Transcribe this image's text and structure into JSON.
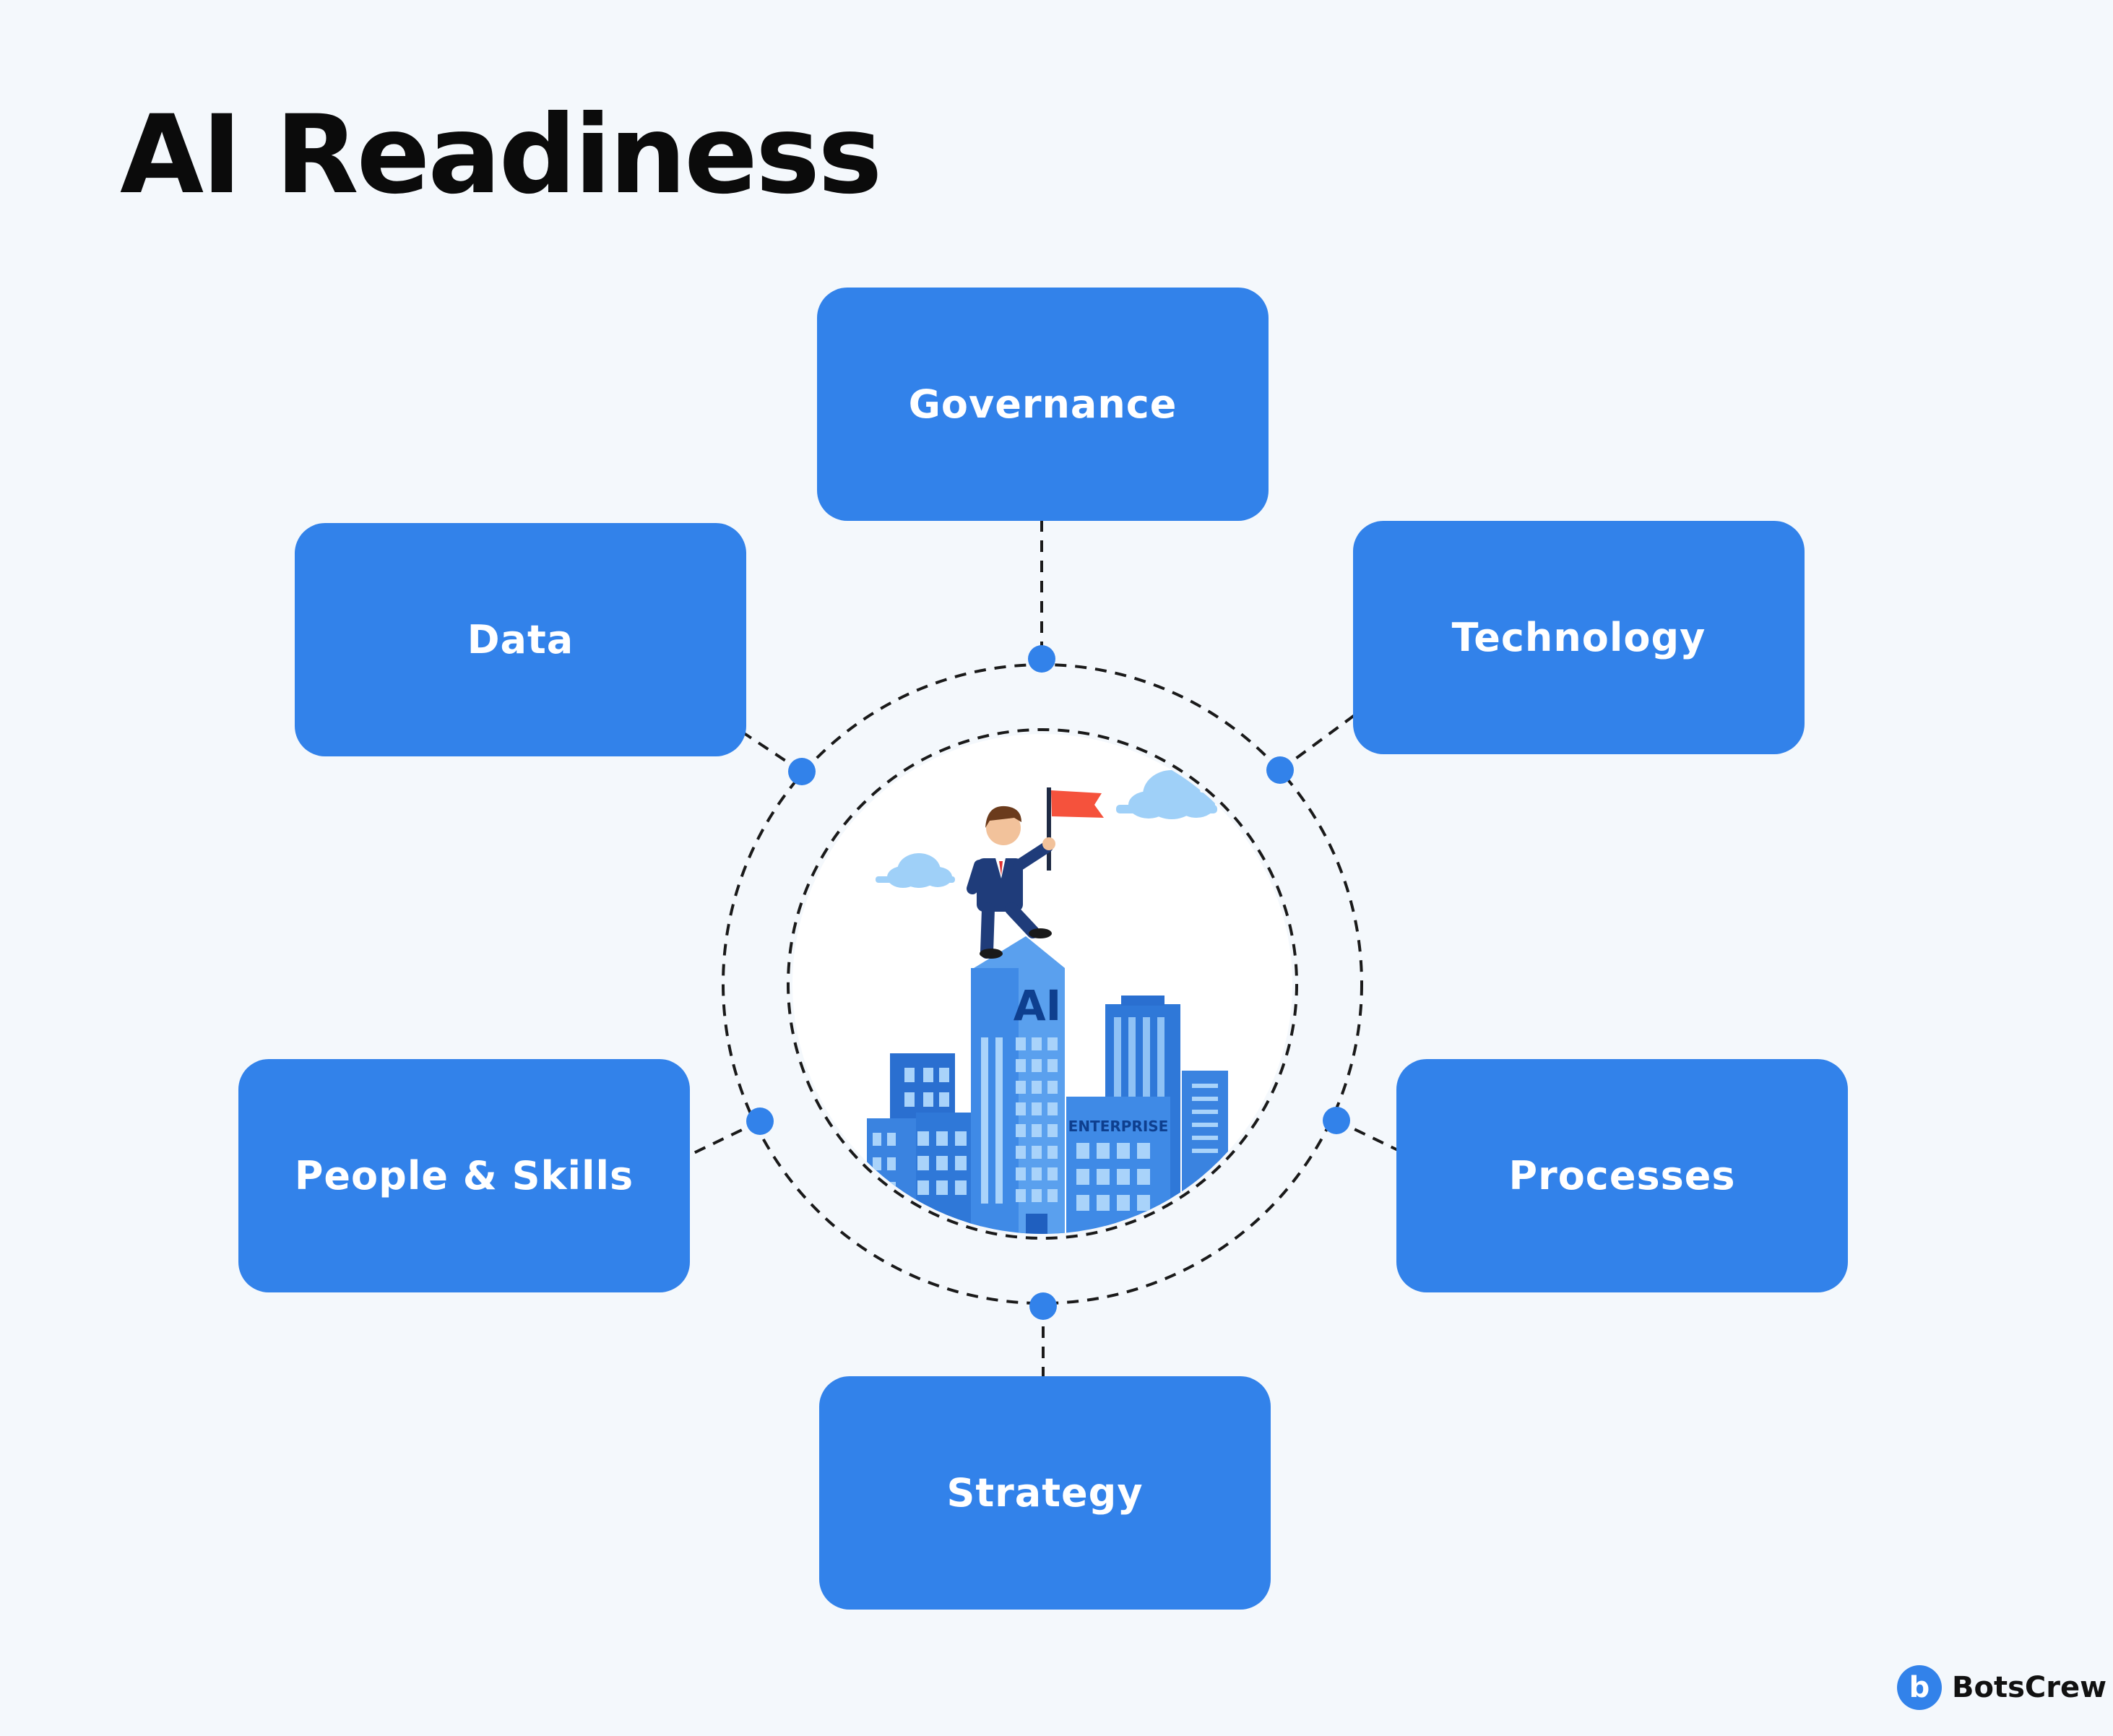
{
  "title": "AI Readiness",
  "center": {
    "tower_label": "AI",
    "building_label": "ENTERPRISE"
  },
  "nodes": [
    {
      "id": "governance",
      "label": "Governance"
    },
    {
      "id": "technology",
      "label": "Technology"
    },
    {
      "id": "processes",
      "label": "Processes"
    },
    {
      "id": "strategy",
      "label": "Strategy"
    },
    {
      "id": "people-skills",
      "label": "People & Skills"
    },
    {
      "id": "data",
      "label": "Data"
    }
  ],
  "brand": {
    "icon_letter": "b",
    "name": "BotsCrew"
  },
  "colors": {
    "node_fill": "#3282ea",
    "background": "#f4f8fc",
    "title": "#0b0b0b",
    "connector": "#1a1a1a",
    "flag": "#f5523c"
  }
}
